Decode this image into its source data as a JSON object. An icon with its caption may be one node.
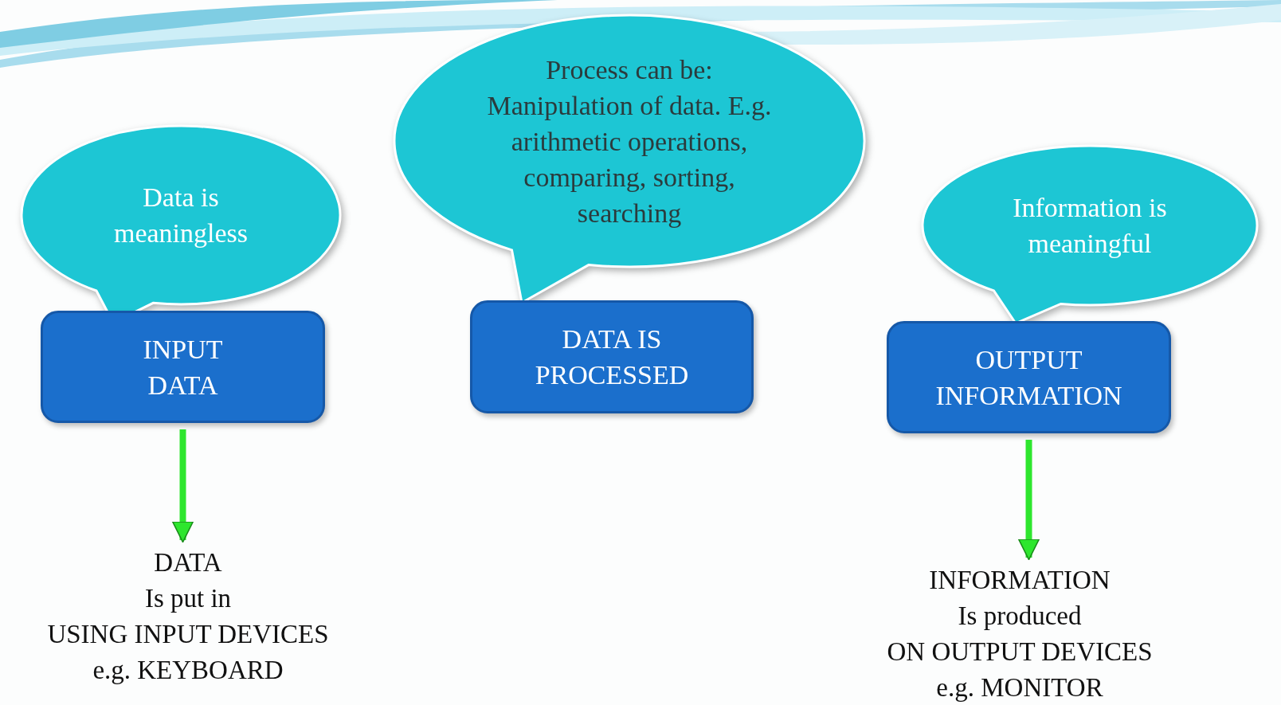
{
  "diagram": {
    "nodes": [
      {
        "text": [
          "Data is meaningless"
        ]
      },
      {
        "text": [
          "INPUT DATA"
        ]
      },
      {
        "text": [
          "Process can be: Manipulation of data. E.g. arithmetic operations, comparing, sorting, searching"
        ]
      },
      {
        "text": [
          "DATA IS PROCESSED"
        ]
      },
      {
        "text": [
          "Information is meaningful"
        ]
      },
      {
        "text": [
          "OUTPUT INFORMATION"
        ]
      },
      {
        "text": [
          "DATA",
          "Is put in",
          "USING INPUT DEVICES",
          "e.g. KEYBOARD"
        ]
      },
      {
        "text": [
          "INFORMATION",
          "Is produced",
          "ON OUTPUT DEVICES",
          "e.g. MONITOR"
        ]
      }
    ],
    "edges": [
      {
        "from": 1,
        "to": 6,
        "arrow": "to"
      },
      {
        "from": 5,
        "to": 7,
        "arrow": "to"
      }
    ]
  }
}
